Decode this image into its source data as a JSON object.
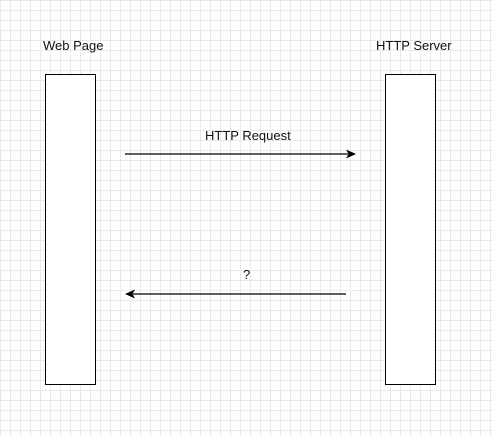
{
  "participants": [
    {
      "label": "Web Page"
    },
    {
      "label": "HTTP Server"
    }
  ],
  "messages": [
    {
      "label": "HTTP Request",
      "direction": "to-server"
    },
    {
      "label": "?",
      "direction": "to-client"
    }
  ],
  "colors": {
    "line": "#000000",
    "grid": "#e9e9e9",
    "background": "#ffffff"
  }
}
